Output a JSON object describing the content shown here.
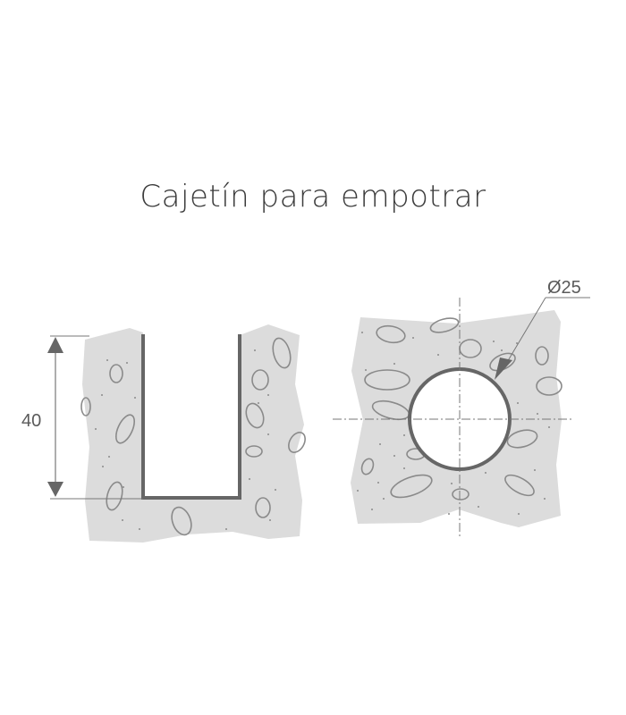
{
  "title": "Cajetín para empotrar",
  "left_figure": {
    "dimension_label": "40",
    "description": "section view of recessed box in concrete"
  },
  "right_figure": {
    "diameter_label": "Ø25",
    "description": "front view of circular hole in concrete"
  },
  "colors": {
    "concrete": "#dcdcdc",
    "stroke": "#6a6a6a",
    "text": "#3c3c3c"
  }
}
